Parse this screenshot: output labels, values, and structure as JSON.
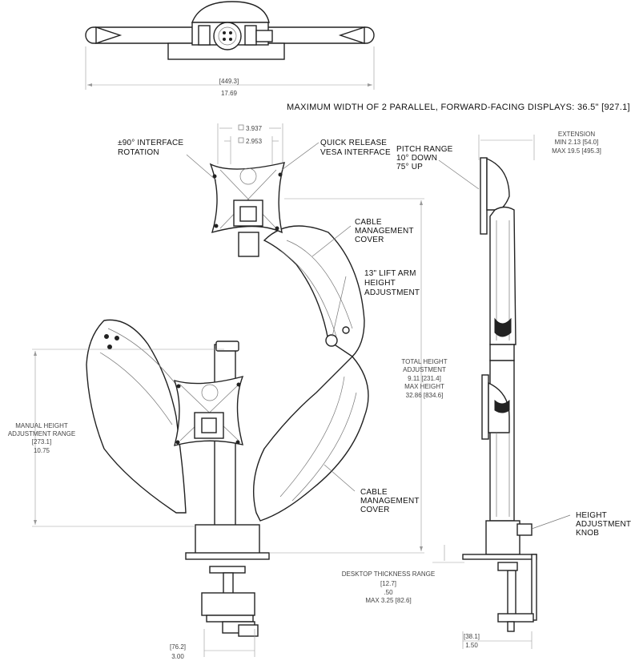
{
  "top_view": {
    "dim_mm": "[449.3]",
    "dim_in": "17.69"
  },
  "max_width_note": "MAXIMUM WIDTH OF 2 PARALLEL, FORWARD-FACING DISPLAYS:  36.5\" [927.1]",
  "front_view": {
    "vesa_large": "3.937",
    "vesa_small": "2.953",
    "rotation_label": [
      "±90° INTERFACE",
      "ROTATION"
    ],
    "quick_release_label": [
      "QUICK RELEASE",
      "VESA INTERFACE"
    ],
    "cable_cover_top": [
      "CABLE",
      "MANAGEMENT",
      "COVER"
    ],
    "lift_arm_label": [
      "13\" LIFT ARM",
      "HEIGHT",
      "ADJUSTMENT"
    ],
    "cable_cover_bottom": [
      "CABLE",
      "MANAGEMENT",
      "COVER"
    ],
    "manual_height": [
      "MANUAL HEIGHT",
      "ADJUSTMENT RANGE",
      "[273.1]",
      "10.75"
    ],
    "total_height": [
      "TOTAL HEIGHT",
      "ADJUSTMENT",
      "9.11 [231.4]",
      "MAX HEIGHT",
      "32.86 [834.6]"
    ],
    "desktop_thickness": [
      "DESKTOP THICKNESS RANGE",
      "[12.7]",
      ".50",
      "MAX 3.25 [82.6]"
    ],
    "clamp_width_mm": "[76.2]",
    "clamp_width_in": "3.00"
  },
  "side_view": {
    "extension": [
      "EXTENSION",
      "MIN 2.13 [54.0]",
      "MAX 19.5 [495.3]"
    ],
    "pitch_range": [
      "PITCH RANGE",
      "10° DOWN",
      "75° UP"
    ],
    "height_knob": [
      "HEIGHT",
      "ADJUSTMENT",
      "KNOB"
    ],
    "base_dim_mm": "[38.1]",
    "base_dim_in": "1.50"
  }
}
